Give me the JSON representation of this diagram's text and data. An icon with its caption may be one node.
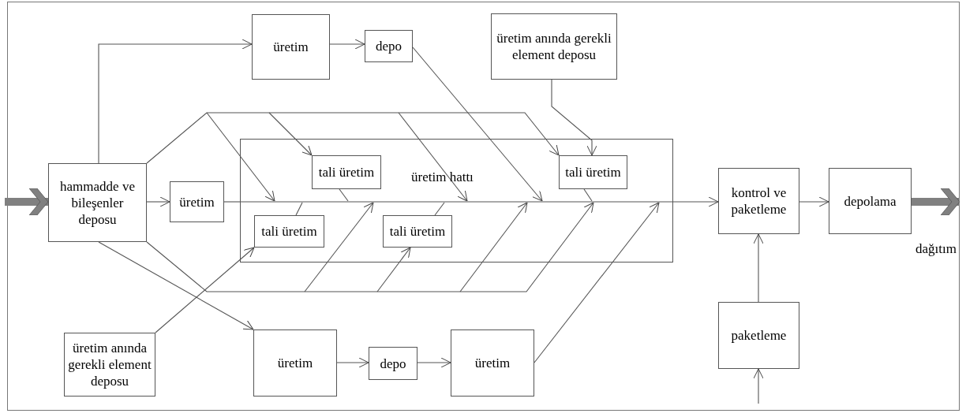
{
  "diagram": {
    "nodes": [
      {
        "text": [
          "üretim"
        ]
      },
      {
        "text": [
          "depo"
        ]
      },
      {
        "text": [
          "üretim anında gerekli element deposu"
        ]
      },
      {
        "text": [
          "hammadde ve bileşenler deposu"
        ]
      },
      {
        "text": [
          "üretim"
        ]
      },
      {
        "text": [
          "üretim hattı"
        ]
      },
      {
        "text": [
          "tali üretim"
        ],
        "in": 5
      },
      {
        "text": [
          "tali üretim"
        ],
        "in": 5
      },
      {
        "text": [
          "tali üretim"
        ],
        "in": 5
      },
      {
        "text": [
          "tali üretim"
        ],
        "in": 5
      },
      {
        "text": [
          "kontrol ve paketleme"
        ]
      },
      {
        "text": [
          "depolama"
        ]
      },
      {
        "text": [
          "paketleme"
        ]
      },
      {
        "text": [
          "üretim anında gerekli element deposu"
        ]
      },
      {
        "text": [
          "üretim"
        ]
      },
      {
        "text": [
          "depo"
        ]
      },
      {
        "text": [
          "üretim"
        ]
      },
      {
        "text": [],
        "shape": "bar",
        "in": 5
      }
    ],
    "edges": [
      {
        "from": null,
        "to": 3,
        "arrow": "to",
        "style": "thick",
        "color": "#808080"
      },
      {
        "from": 3,
        "to": 0,
        "arrow": "to"
      },
      {
        "from": 0,
        "to": 1,
        "arrow": "to"
      },
      {
        "from": 1,
        "to": 17,
        "arrow": "to"
      },
      {
        "from": 2,
        "to": 7,
        "arrow": "to"
      },
      {
        "from": 3,
        "to": 4,
        "arrow": "to"
      },
      {
        "from": 4,
        "to": 17,
        "arrow": "none"
      },
      {
        "from": 17,
        "to": 10,
        "arrow": "to"
      },
      {
        "from": 10,
        "to": 11,
        "arrow": "to"
      },
      {
        "from": 11,
        "to": null,
        "arrow": "to",
        "style": "thick",
        "color": "#808080"
      },
      {
        "from": 12,
        "to": 10,
        "arrow": "to"
      },
      {
        "from": null,
        "to": 12,
        "arrow": "to"
      },
      {
        "from": 3,
        "to": 14,
        "arrow": "to"
      },
      {
        "from": 14,
        "to": 15,
        "arrow": "to"
      },
      {
        "from": 15,
        "to": 16,
        "arrow": "to"
      },
      {
        "from": 16,
        "to": 17,
        "arrow": "to"
      },
      {
        "from": 13,
        "to": 8,
        "arrow": "to"
      },
      {
        "from": 8,
        "to": 17,
        "arrow": "none"
      },
      {
        "from": null,
        "to": 17,
        "arrow": "to"
      },
      {
        "from": null,
        "to": 6,
        "arrow": "to"
      },
      {
        "from": 6,
        "to": 17,
        "arrow": "none"
      },
      {
        "from": null,
        "to": 17,
        "arrow": "to"
      },
      {
        "from": 3,
        "to": 7,
        "arrow": "to"
      },
      {
        "from": 7,
        "to": 17,
        "arrow": "none"
      },
      {
        "from": null,
        "to": 17,
        "arrow": "to"
      },
      {
        "from": null,
        "to": 9,
        "arrow": "to"
      },
      {
        "from": 9,
        "to": 17,
        "arrow": "none"
      },
      {
        "from": null,
        "to": 17,
        "arrow": "to"
      },
      {
        "from": 3,
        "to": 17,
        "arrow": "to"
      }
    ],
    "labels": [
      "dağıtım"
    ]
  }
}
